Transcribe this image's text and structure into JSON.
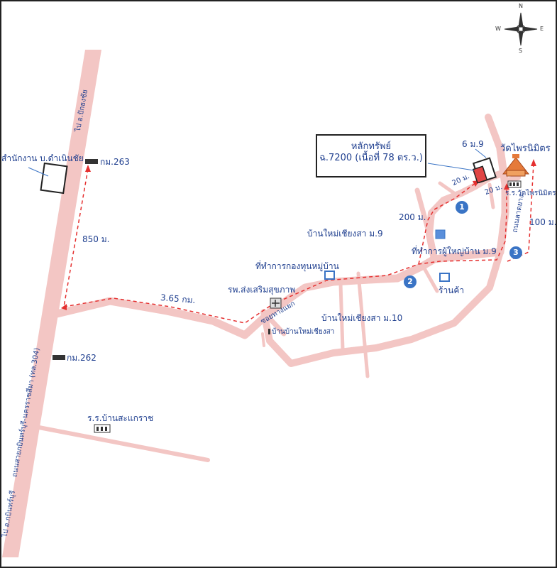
{
  "title": {
    "line1": "หลักทรัพย์",
    "line2": "ฉ.7200 (เนื้อที่ 78 ตร.ว.)"
  },
  "compass": {
    "n": "N",
    "s": "S",
    "e": "E",
    "w": "W"
  },
  "highway": {
    "name": "ถนนสายกบินทร์บุรี-นครราชสีมา (ทล.304)",
    "to_north": "ไป อ.ปักธงชัย",
    "to_south": "ไป อ.กบินทร์บุรี",
    "km263": "กม.263",
    "km262": "กม.262"
  },
  "distances": {
    "d850": "850 ม.",
    "d365": "3.65 กม.",
    "d200": "200 ม.",
    "d100": "100 ม.",
    "d20a": "20 ม.",
    "d20b": "20 ม."
  },
  "places": {
    "office_ban": "สำนักงาน บ.ดำเนินชัย",
    "village9": "บ้านใหม่เชียงสา ม.9",
    "village10": "บ้านใหม่เชียงสา ม.10",
    "fund_office": "ที่ทำการกองทุนหมู่บ้าน",
    "headman_office": "ที่ทำการผู้ใหญ่บ้าน ม.9",
    "hospital": "รพ.ส่งเสริมสุขภาพ",
    "shop": "ร้านค้า",
    "temple": "วัดไพรนิมิตร",
    "temple_school": "ร.ร.วัดไพรนิมิตร",
    "school": "ร.ร.บ้านสะแกราช",
    "plot6": "6 ม.9",
    "small_road": "ซอยทางแยก",
    "small_sign": "บ้านบ้านใหม่เชียงสา",
    "road_side": "ถนนลาดยาง"
  },
  "markers": [
    "1",
    "2",
    "3"
  ],
  "colors": {
    "road": "#f3c6c4",
    "route": "#e53030",
    "text": "#1f3f8f",
    "marker": "#3a74c5",
    "subject": "#e04545"
  }
}
